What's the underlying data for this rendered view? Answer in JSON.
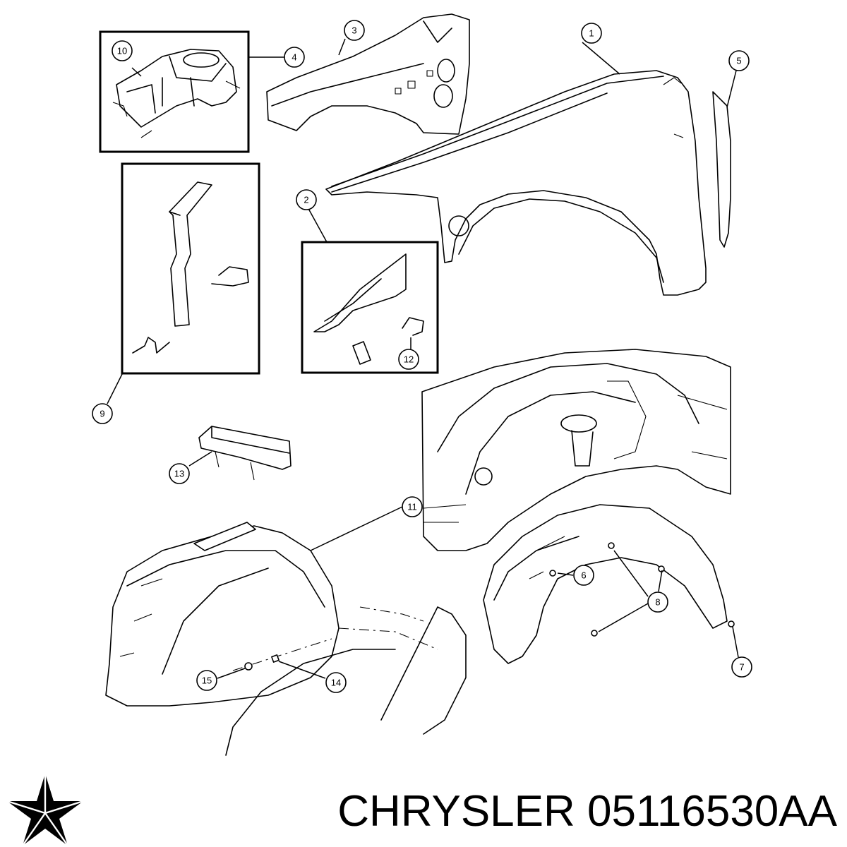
{
  "caption": {
    "brand": "CHRYSLER",
    "part_number": "05116530AA"
  },
  "callouts": {
    "c1": "1",
    "c2": "2",
    "c3": "3",
    "c4": "4",
    "c5": "5",
    "c6": "6",
    "c7": "7",
    "c8": "8",
    "c9": "9",
    "c10": "10",
    "c11": "11",
    "c12": "12",
    "c13": "13",
    "c14": "14",
    "c15": "15"
  },
  "logo": {
    "icon": "pentastar-icon",
    "color": "#000000"
  }
}
